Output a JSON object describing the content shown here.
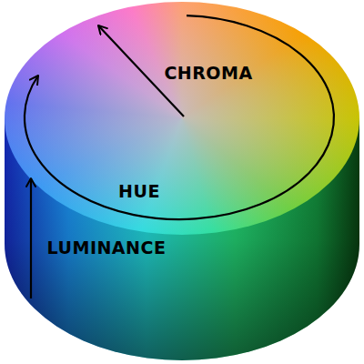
{
  "diagram": {
    "labels": [
      "CHROMA",
      "HUE",
      "LUMINANCE"
    ]
  }
}
